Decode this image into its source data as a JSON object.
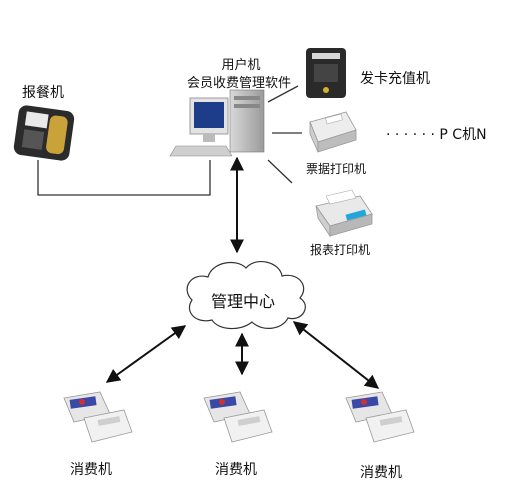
{
  "nodes": {
    "pc_title_line1": "用户机",
    "pc_title_line2": "会员收费管理软件",
    "terminal": "报餐机",
    "card_reader": "发卡充值机",
    "receipt_printer": "票据打印机",
    "report_printer": "报表打印机",
    "pcn": "· · · · · · P C机N",
    "center": "管理中心",
    "pos1": "消费机",
    "pos2": "消费机",
    "pos3": "消费机"
  }
}
